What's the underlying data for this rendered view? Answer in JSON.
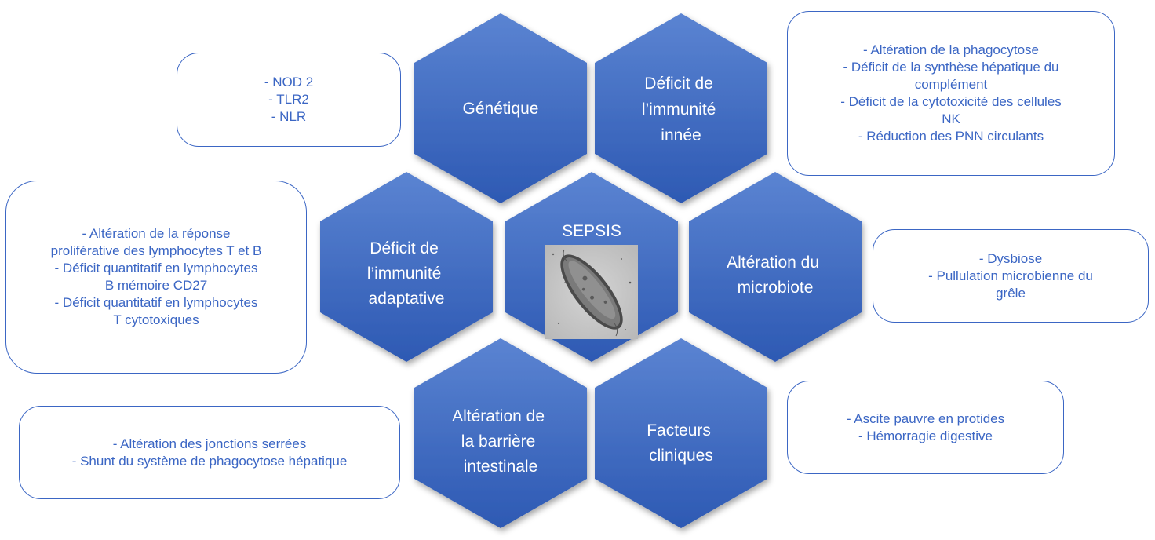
{
  "hexagons": {
    "genetique": {
      "lines": [
        "Génétique"
      ]
    },
    "immunite_innee": {
      "lines": [
        "Déficit de",
        "l’immunité",
        "innée"
      ]
    },
    "immunite_adaptative": {
      "lines": [
        "Déficit de",
        "l’immunité",
        "adaptative"
      ]
    },
    "sepsis": {
      "lines": [
        "SEPSIS"
      ],
      "image": "bacterium-micrograph"
    },
    "microbiote": {
      "lines": [
        "Altération du",
        "microbiote"
      ]
    },
    "barriere": {
      "lines": [
        "Altération de",
        "la barrière",
        "intestinale"
      ]
    },
    "facteurs": {
      "lines": [
        "Facteurs",
        "cliniques"
      ]
    }
  },
  "boxes": {
    "genetique": [
      "- NOD 2",
      "- TLR2",
      "- NLR"
    ],
    "immunite_innee": [
      "- Altération de la phagocytose",
      "- Déficit de la synthèse hépatique du",
      "complément",
      "- Déficit de la cytotoxicité des cellules",
      "NK",
      "- Réduction des PNN circulants"
    ],
    "immunite_adaptative": [
      "- Altération de la réponse",
      "proliférative des lymphocytes T et B",
      "- Déficit quantitatif en lymphocytes",
      "B mémoire CD27",
      "- Déficit quantitatif en lymphocytes",
      "T cytotoxiques"
    ],
    "microbiote": [
      "- Dysbiose",
      "- Pullulation microbienne du",
      "grêle"
    ],
    "barriere": [
      "- Altération des jonctions serrées",
      "- Shunt du système de phagocytose hépatique"
    ],
    "facteurs": [
      "- Ascite pauvre en protides",
      "- Hémorragie digestive"
    ]
  },
  "colors": {
    "hex_fill_top": "#5b84d2",
    "hex_fill_bottom": "#2d59b3",
    "box_border": "#3b66c4",
    "box_text": "#3b66c4"
  }
}
